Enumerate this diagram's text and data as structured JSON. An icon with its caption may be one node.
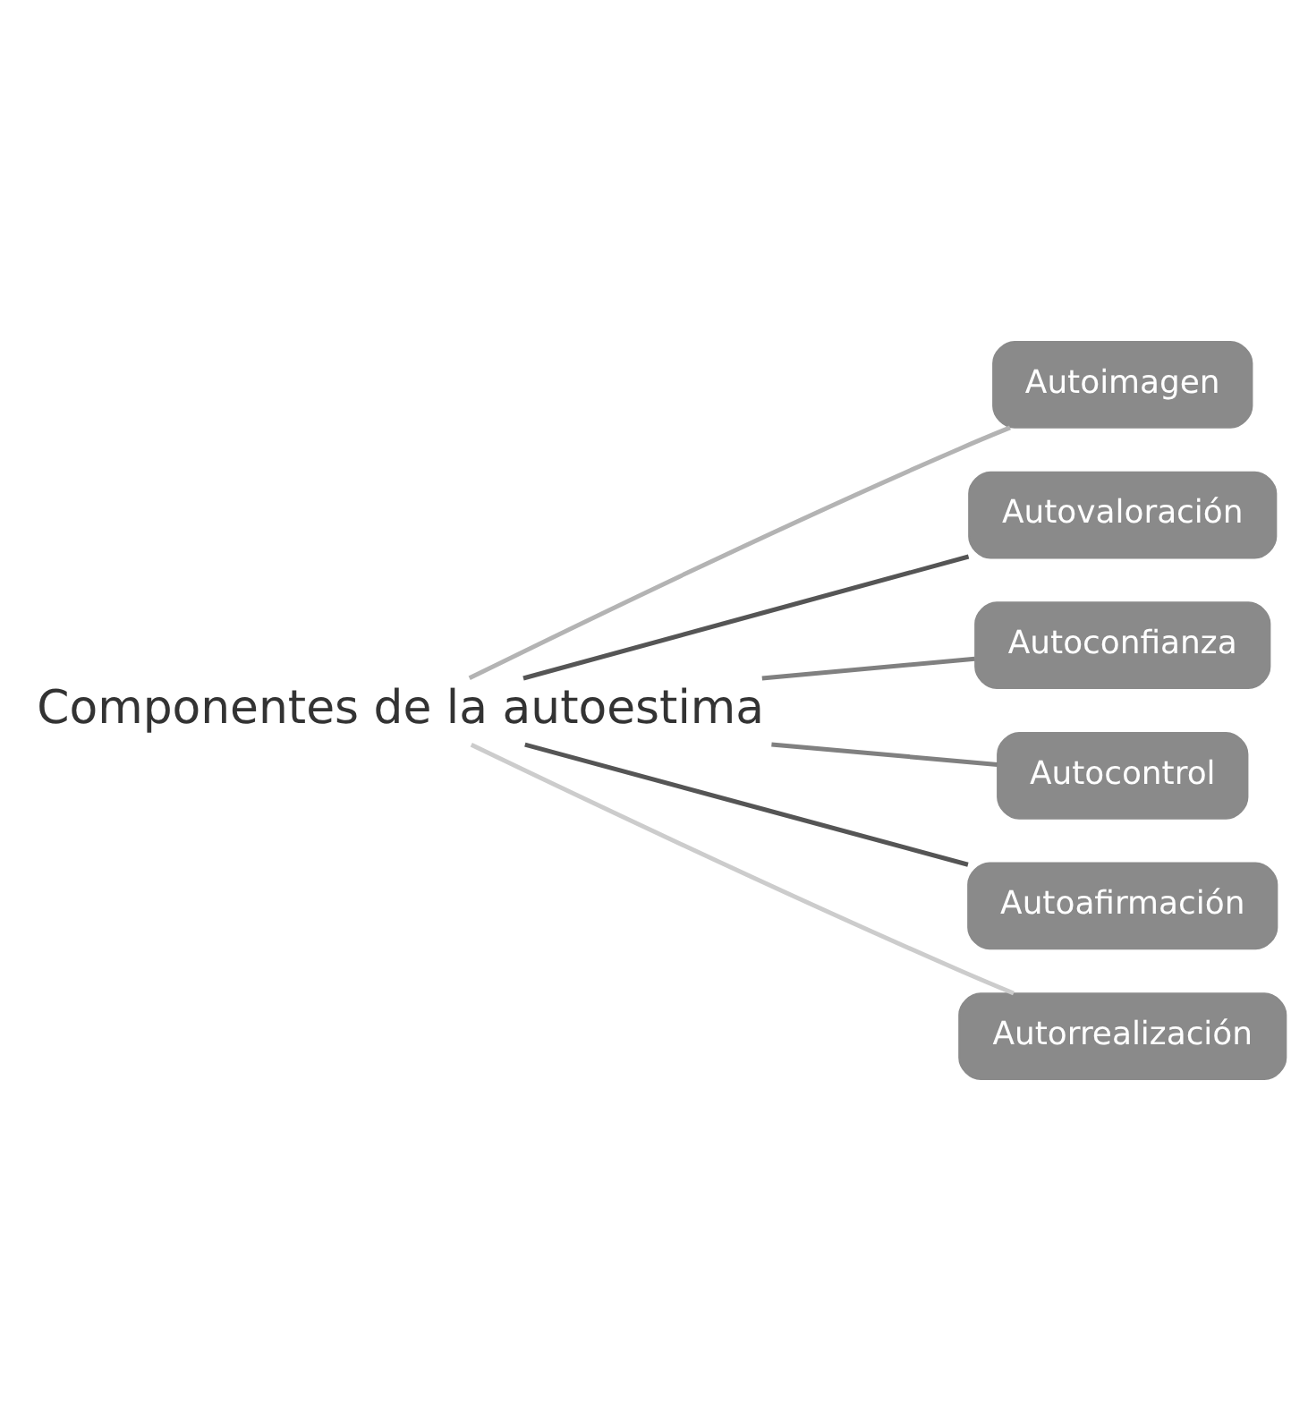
{
  "diagram": {
    "nodes": [
      {
        "text": [
          "Componentes de la autoestima"
        ]
      },
      {
        "text": [
          "Autoimagen"
        ]
      },
      {
        "text": [
          "Autovaloración"
        ]
      },
      {
        "text": [
          "Autoconfianza"
        ]
      },
      {
        "text": [
          "Autocontrol"
        ]
      },
      {
        "text": [
          "Autoafirmación"
        ]
      },
      {
        "text": [
          "Autorrealización"
        ]
      }
    ],
    "edges": [
      {
        "from": 0,
        "to": 1,
        "arrow": "none",
        "color": "#b3b3b3"
      },
      {
        "from": 0,
        "to": 2,
        "arrow": "none",
        "color": "#555555"
      },
      {
        "from": 0,
        "to": 3,
        "arrow": "none",
        "color": "#808080"
      },
      {
        "from": 0,
        "to": 4,
        "arrow": "none",
        "color": "#808080"
      },
      {
        "from": 0,
        "to": 5,
        "arrow": "none",
        "color": "#555555"
      },
      {
        "from": 0,
        "to": 6,
        "arrow": "none",
        "color": "#cccccc"
      }
    ]
  }
}
